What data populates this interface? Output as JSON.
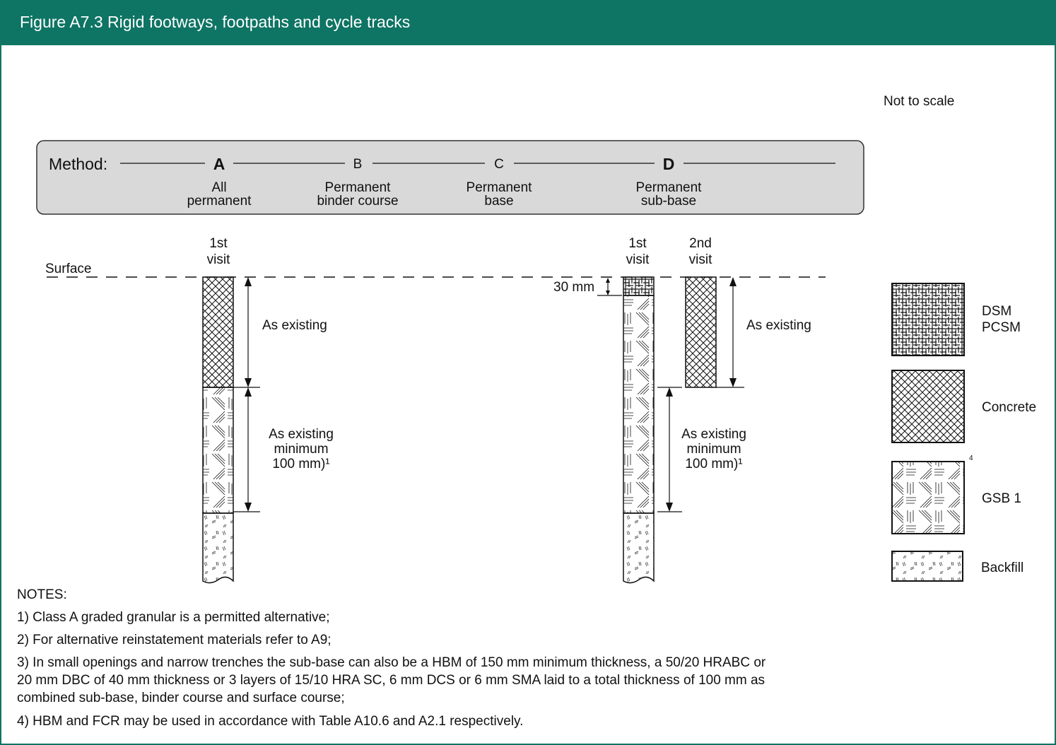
{
  "header": {
    "title": "Figure A7.3 Rigid footways, footpaths and cycle tracks"
  },
  "scale_note": "Not to scale",
  "method": {
    "label": "Method:",
    "options": [
      {
        "letter": "A",
        "line1": "All",
        "line2": "permanent"
      },
      {
        "letter": "B",
        "line1": "Permanent",
        "line2": "binder course"
      },
      {
        "letter": "C",
        "line1": "Permanent",
        "line2": "base"
      },
      {
        "letter": "D",
        "line1": "Permanent",
        "line2": "sub-base"
      }
    ]
  },
  "diagram": {
    "surface": "Surface",
    "visit1": [
      "1st",
      "visit"
    ],
    "visit2": [
      "2nd",
      "visit"
    ],
    "as_existing": "As existing",
    "min_lines": [
      "As existing",
      "minimum",
      "100 mm)¹"
    ],
    "thirty_mm": "30 mm"
  },
  "legend": {
    "dsm": [
      "DSM",
      "PCSM"
    ],
    "concrete": "Concrete",
    "gsb": "GSB 1",
    "gsb_note": "4",
    "backfill": "Backfill"
  },
  "notes": {
    "title": "NOTES:",
    "items": [
      "1) Class A graded granular is a permitted alternative;",
      "2) For alternative reinstatement materials refer to A9;",
      "3) In small openings and narrow trenches the sub-base can also be a HBM of 150 mm minimum thickness, a 50/20 HRABC or",
      "20 mm DBC of 40 mm thickness or 3 layers of 15/10 HRA SC, 6 mm DCS or 6 mm SMA laid to a total thickness of 100 mm as",
      "combined sub-base, binder course and surface course;",
      "4) HBM and FCR may be used in accordance with Table A10.6 and A2.1 respectively."
    ]
  }
}
